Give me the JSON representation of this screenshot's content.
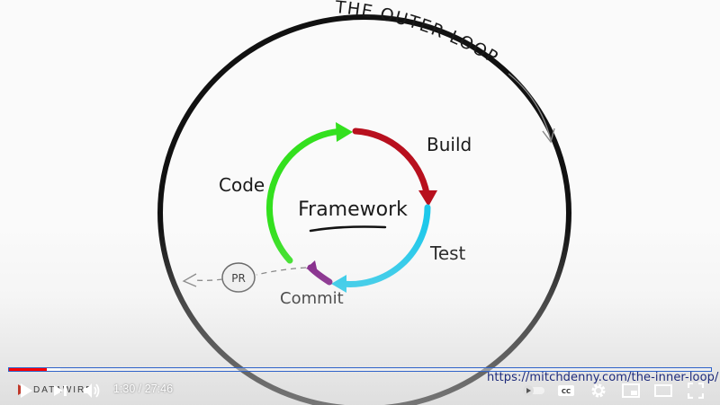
{
  "video": {
    "drawing": {
      "outer_title": "THE OUTER LOOP",
      "center_label": "Framework",
      "stage_build": "Build",
      "stage_test": "Test",
      "stage_commit": "Commit",
      "stage_code": "Code",
      "pr_label": "PR",
      "colors": {
        "code": "#33e01e",
        "build": "#b8101e",
        "test": "#1ec8ea",
        "commit": "#7a1480",
        "outer_circle": "#111111"
      }
    },
    "brand": "DATAWIRE",
    "source_url": "https://mitchdenny.com/the-inner-loop/"
  },
  "player": {
    "current_time": "1:30",
    "duration": "27:46",
    "time_display": "1:30 / 27:46",
    "played_fraction": 0.054,
    "buffered_fraction": 0.073,
    "icons": {
      "play": "play-icon",
      "next": "next-icon",
      "volume": "volume-icon",
      "autoplay": "autoplay-toggle-icon",
      "captions": "captions-icon",
      "settings": "gear-icon",
      "miniplayer": "miniplayer-icon",
      "theater": "theater-mode-icon",
      "fullscreen": "fullscreen-icon"
    }
  }
}
